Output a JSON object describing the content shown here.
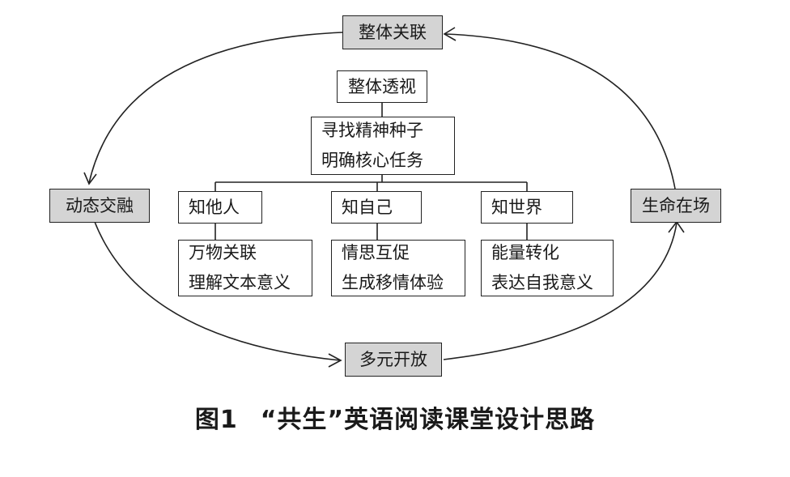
{
  "cycle": {
    "top": "整体关联",
    "left": "动态交融",
    "right": "生命在场",
    "bottom": "多元开放"
  },
  "center": {
    "root": "整体透视",
    "core": [
      "寻找精神种子",
      "明确核心任务"
    ]
  },
  "branches": [
    {
      "title": "知他人",
      "detail": [
        "万物关联",
        "理解文本意义"
      ]
    },
    {
      "title": "知自己",
      "detail": [
        "情思互促",
        "生成移情体验"
      ]
    },
    {
      "title": "知世界",
      "detail": [
        "能量转化",
        "表达自我意义"
      ]
    }
  ],
  "caption": {
    "label": "图1",
    "text": "“共生”英语阅读课堂设计思路"
  }
}
